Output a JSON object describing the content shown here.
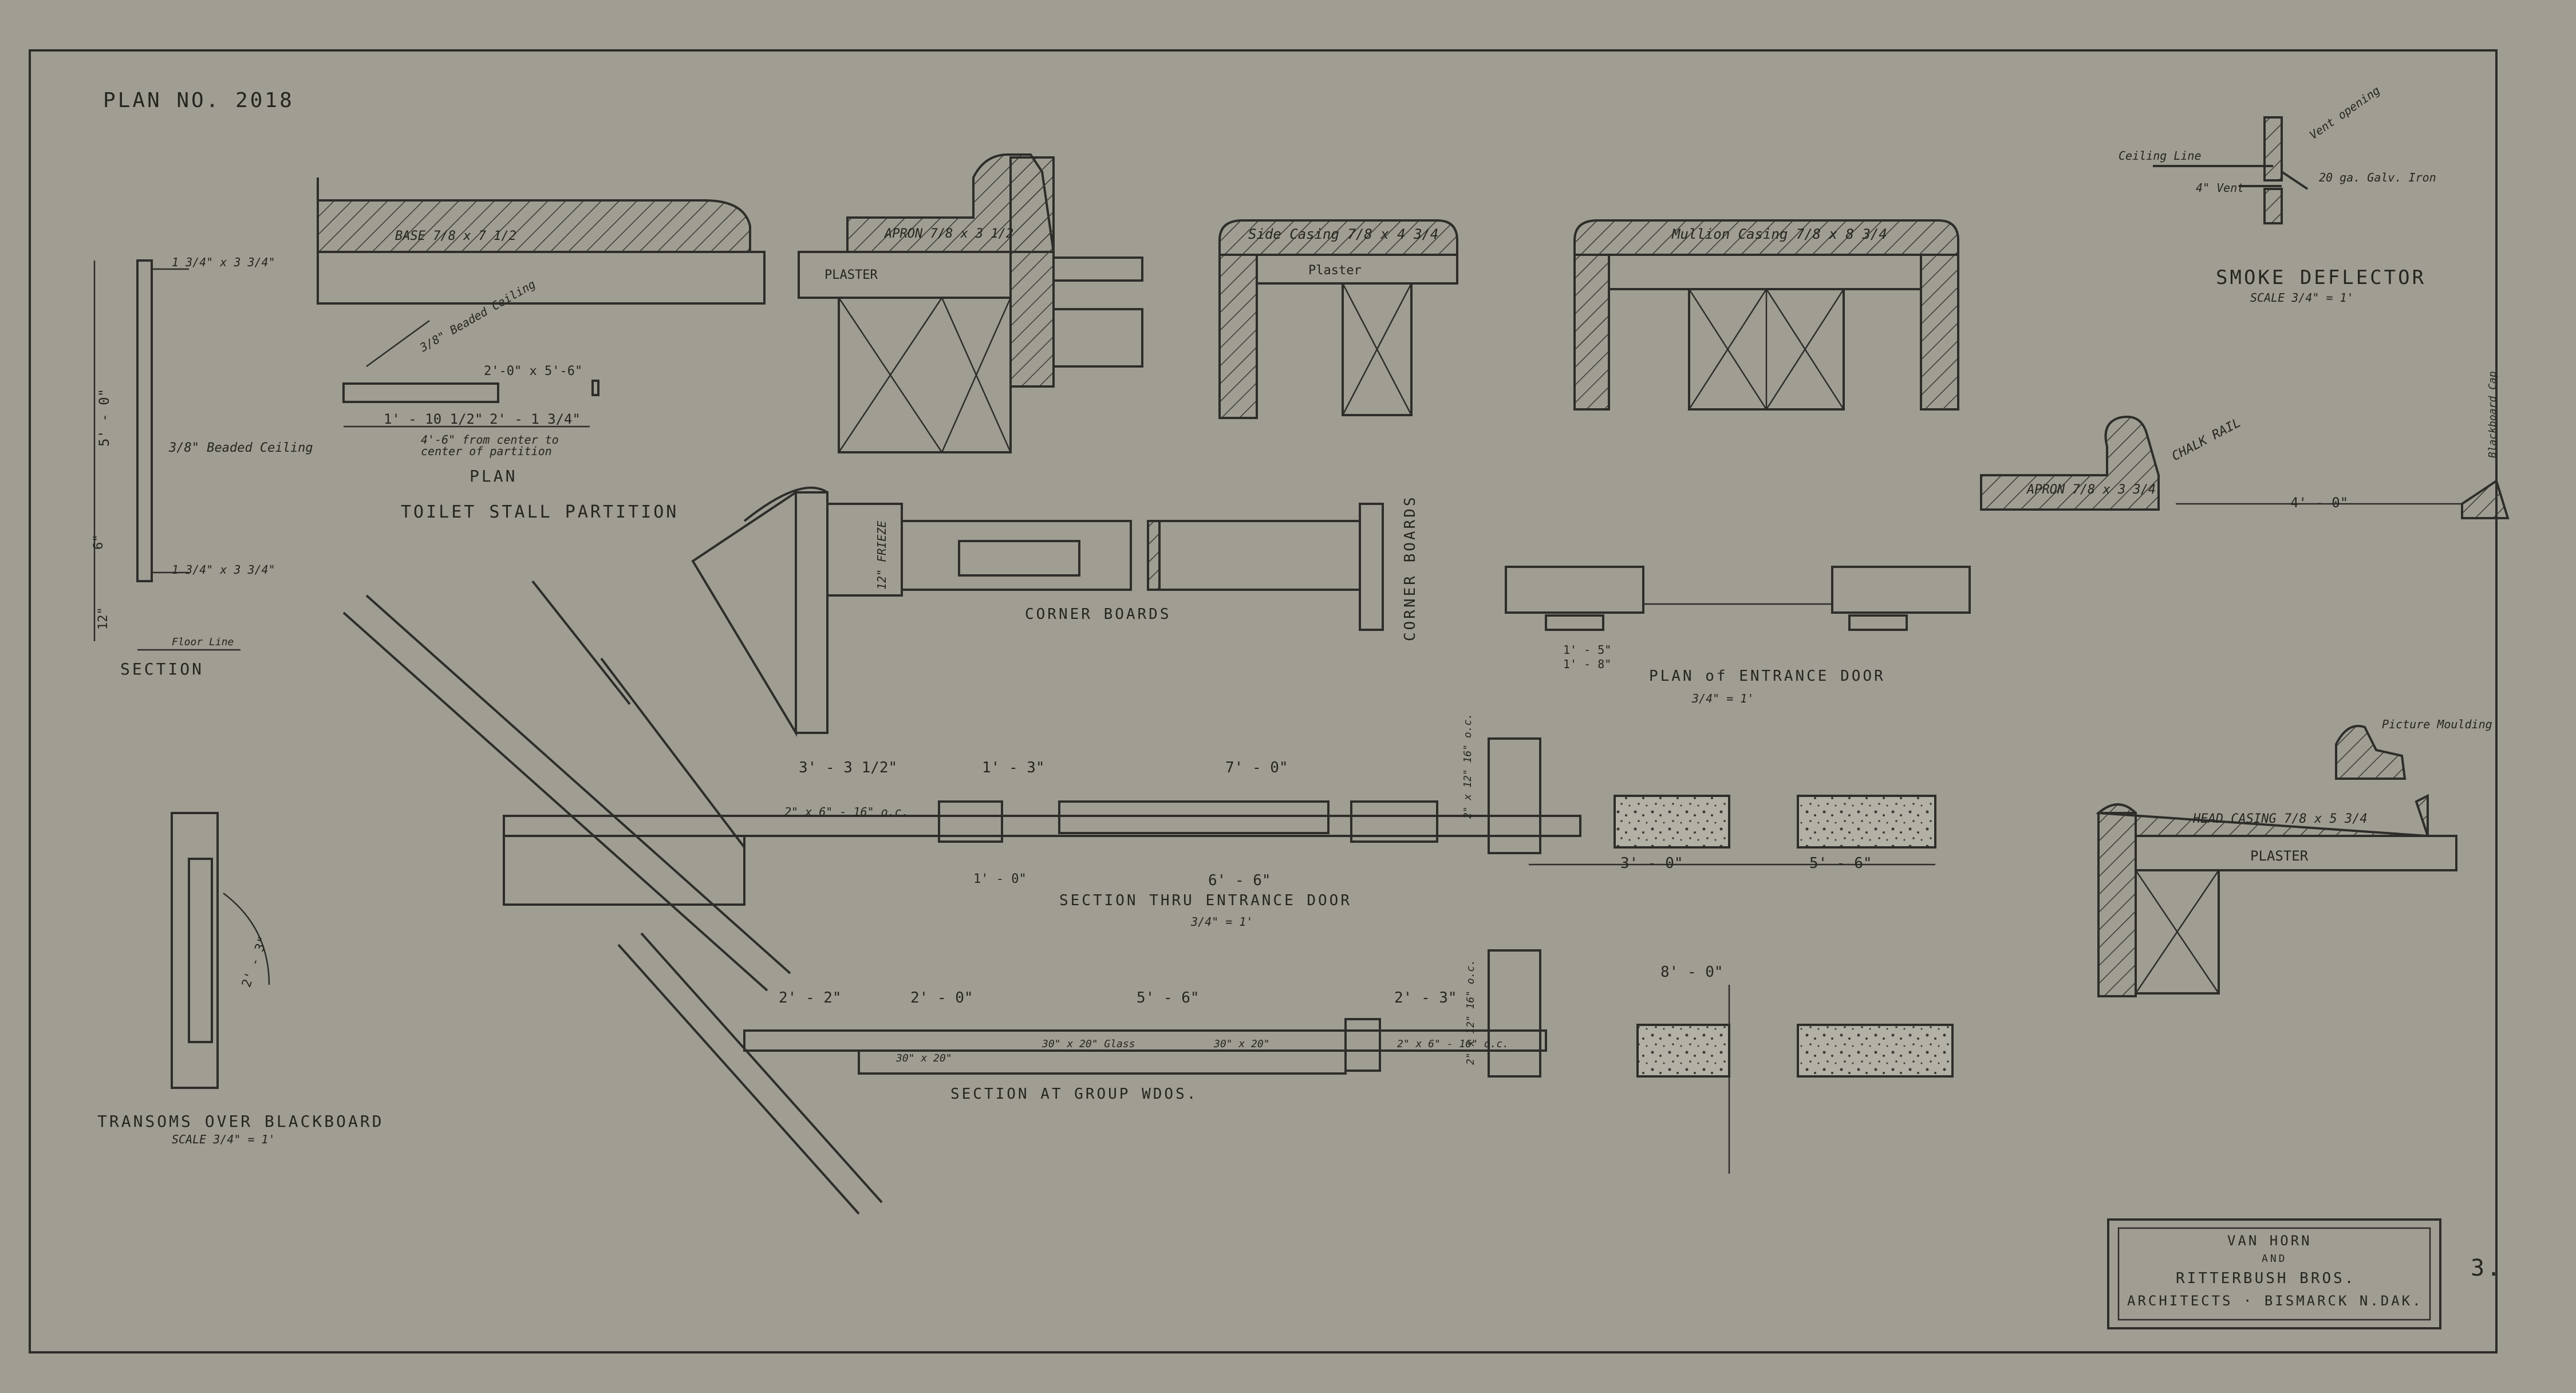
{
  "plan_number": "PLAN NO. 2018",
  "sheet_number": "3.",
  "title_block": {
    "line1": "VAN HORN",
    "line2": "AND",
    "line3": "RITTERBUSH BROS.",
    "line4": "ARCHITECTS · BISMARCK N.DAK."
  },
  "details": {
    "base": "BASE 7/8 x 7 1/2",
    "apron": "APRON 7/8 x 3 1/2",
    "plaster_1": "PLASTER",
    "side_casing": "Side Casing 7/8 x 4 3/4",
    "plaster_2": "Plaster",
    "mullion_casing": "Mullion Casing 7/8 x 8 3/4",
    "smoke_deflector": "SMOKE DEFLECTOR",
    "smoke_scale": "SCALE 3/4\" = 1'",
    "ceiling_line": "Ceiling Line",
    "vent": "4\" Vent",
    "galv_iron": "20 ga. Galv. Iron",
    "vent_opening": "Vent opening",
    "chalk_rail": "CHALK RAIL",
    "apron_2": "APRON 7/8 x 3 3/4",
    "four_feet": "4' - 0\"",
    "blackboard_cap": "Blackboard Cap",
    "picture_moulding": "Picture Moulding",
    "head_casing": "HEAD CASING 7/8 x 5 3/4",
    "plaster_3": "PLASTER"
  },
  "partition": {
    "ceiling_label": "3/8\" Beaded Ceiling",
    "top_size": "1 3/4\" x 3 3/4\"",
    "bottom_size": "1 3/4\" x 3 3/4\"",
    "dim_5ft": "5' - 0\"",
    "dim_6": "6\"",
    "dim_12": "12\"",
    "floor_line": "Floor Line",
    "section_label": "SECTION",
    "plan_label": "PLAN",
    "toilet_label": "TOILET STALL PARTITION",
    "dim_a": "1' - 10 1/2\"",
    "dim_b": "2' - 1 3/4\"",
    "dim_c": "2'-0\" x 5'-6\"",
    "center_note": "4'-6\" from center to center of partition",
    "beaded_ceiling_2": "3/8\" Beaded Ceiling"
  },
  "corner": {
    "label": "CORNER BOARDS",
    "label_v": "CORNER BOARDS",
    "frieze": "12\" FRIEZE"
  },
  "entrance": {
    "plan_label": "PLAN of ENTRANCE DOOR",
    "plan_scale": "3/4\" = 1'",
    "dim_1_8": "1' - 8\"",
    "dim_1_5": "1' - 5\"",
    "section_label": "SECTION THRU ENTRANCE DOOR",
    "section_scale": "3/4\" = 1'",
    "dim_3_3": "3' - 3 1/2\"",
    "dim_1_3": "1' - 3\"",
    "dim_7_0": "7' - 0\"",
    "dim_6_6": "6' - 6\"",
    "dim_1_0": "1' - 0\"",
    "dim_3_0": "3' - 0\"",
    "dim_5_6": "5' - 6\"",
    "joist": "2\" x 6\" - 16\" o.c.",
    "joist_v": "2\" x 12\" 16\" o.c."
  },
  "group": {
    "section_label": "SECTION AT GROUP WDOS.",
    "dim_2_2": "2' - 2\"",
    "dim_2_0": "2' - 0\"",
    "dim_5_6": "5' - 6\"",
    "dim_2_3": "2' - 3\"",
    "dim_8_0": "8' - 0\"",
    "window_1": "30\" x 20\"",
    "window_2": "30\" x 20\" Glass",
    "window_3": "30\" x 20\"",
    "joist": "2\" x 6\" - 16\" o.c.",
    "joist_v": "2\" x 12\" 16\" o.c."
  },
  "transom": {
    "label": "TRANSOMS OVER BLACKBOARD",
    "scale": "SCALE 3/4\" = 1'",
    "dim": "2' - 3\""
  }
}
